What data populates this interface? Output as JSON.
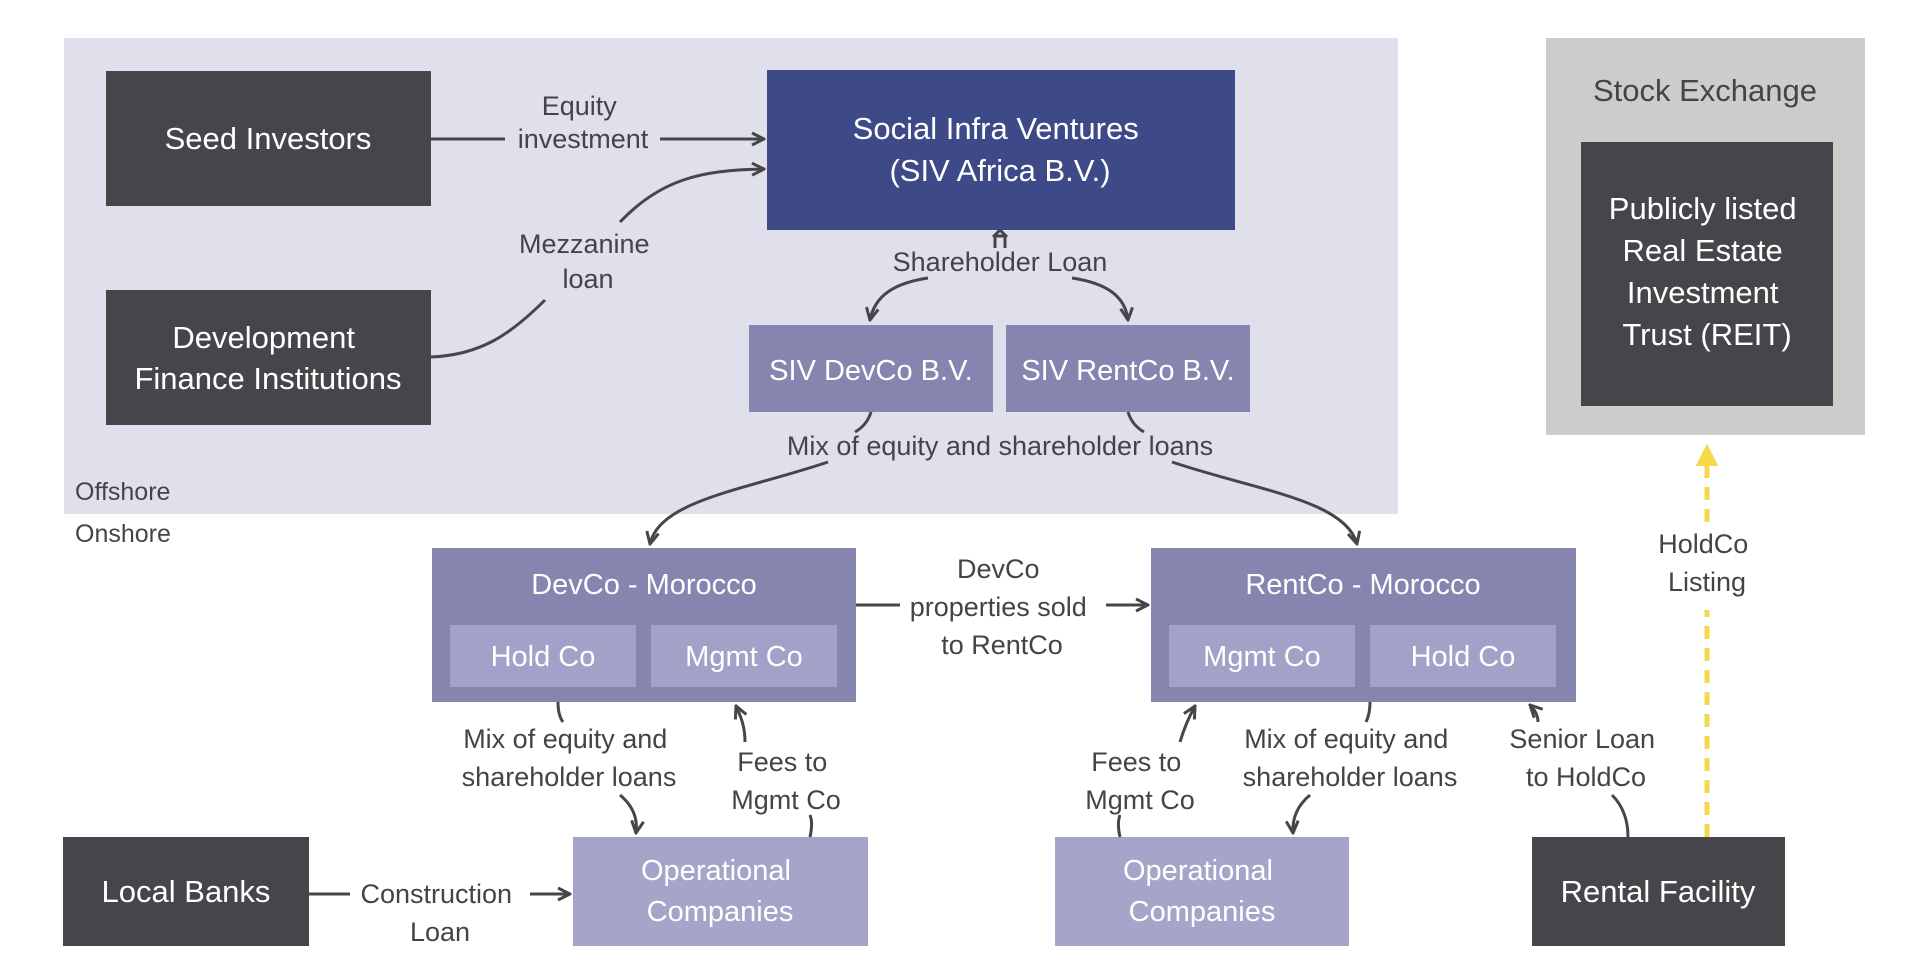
{
  "zones": {
    "offshore": "Offshore",
    "onshore": "Onshore",
    "stock_exchange": "Stock Exchange"
  },
  "nodes": {
    "seed_investors": "Seed Investors",
    "dfi": [
      "Development",
      "Finance Institutions"
    ],
    "siv": [
      "Social Infra Ventures",
      "(SIV Africa B.V.)"
    ],
    "siv_devco": "SIV DevCo B.V.",
    "siv_rentco": "SIV RentCo B.V.",
    "devco_morocco": {
      "title": "DevCo - Morocco",
      "hold": "Hold Co",
      "mgmt": "Mgmt Co"
    },
    "rentco_morocco": {
      "title": "RentCo - Morocco",
      "mgmt": "Mgmt Co",
      "hold": "Hold Co"
    },
    "reit": [
      "Publicly listed",
      "Real Estate",
      "Investment",
      "Trust (REIT)"
    ],
    "local_banks": "Local Banks",
    "opco_left": [
      "Operational",
      "Companies"
    ],
    "opco_right": [
      "Operational",
      "Companies"
    ],
    "rental_facility": "Rental Facility"
  },
  "edges": {
    "equity_investment": [
      "Equity",
      "investment"
    ],
    "mezzanine_loan": [
      "Mezzanine",
      "loan"
    ],
    "shareholder_loan": "Shareholder Loan",
    "mix_top": "Mix of equity and shareholder loans",
    "devco_sold": [
      "DevCo",
      "properties sold",
      "to RentCo"
    ],
    "mix_left": [
      "Mix of equity and",
      "shareholder loans"
    ],
    "fees_left": [
      "Fees to",
      "Mgmt Co"
    ],
    "fees_right": [
      "Fees to",
      "Mgmt Co"
    ],
    "mix_right": [
      "Mix of equity and",
      "shareholder loans"
    ],
    "senior_loan": [
      "Senior Loan",
      "to HoldCo"
    ],
    "construction_loan": [
      "Construction",
      "Loan"
    ],
    "holdco_listing": [
      "HoldCo",
      "Listing"
    ]
  },
  "colors": {
    "offshore_bg": "#e0e0ec",
    "dark_node": "#46464a",
    "navy_node": "#3d4a87",
    "medium_purple": "#8685b0",
    "sub_box": "#a2a2c8",
    "light_purple": "#a5a5c9",
    "stock_bg": "#cdcccb",
    "listing_arrow": "#f6d94b"
  }
}
